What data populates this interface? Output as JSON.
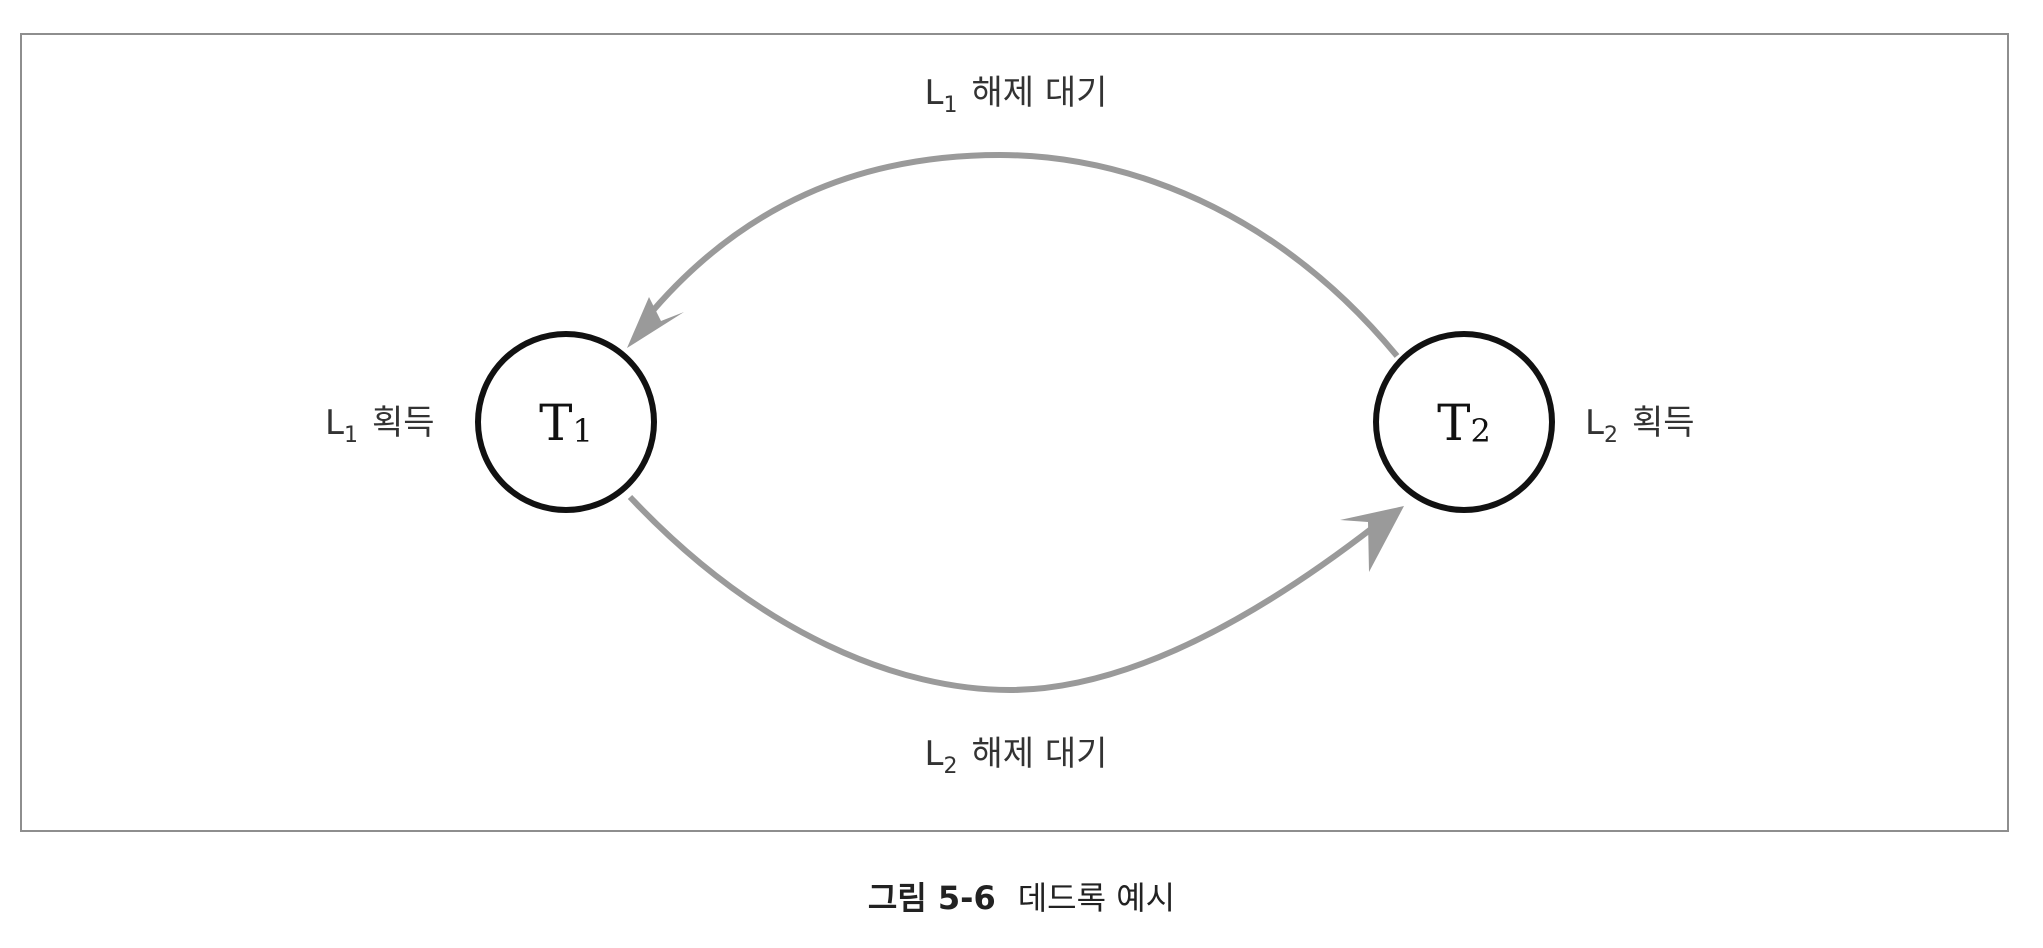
{
  "nodes": {
    "t1": {
      "letter": "T",
      "sub": "1"
    },
    "t2": {
      "letter": "T",
      "sub": "2"
    }
  },
  "labels": {
    "top": {
      "letter": "L",
      "sub": "1",
      "text": "해제 대기"
    },
    "bottom": {
      "letter": "L",
      "sub": "2",
      "text": "해제 대기"
    },
    "left": {
      "letter": "L",
      "sub": "1",
      "text": "획득"
    },
    "right": {
      "letter": "L",
      "sub": "2",
      "text": "획득"
    }
  },
  "caption": {
    "number": "그림 5-6",
    "title": "데드록 예시"
  },
  "colors": {
    "arrow": "#9a9a9a",
    "node_stroke": "#111111",
    "frame": "#8e8e8e"
  }
}
